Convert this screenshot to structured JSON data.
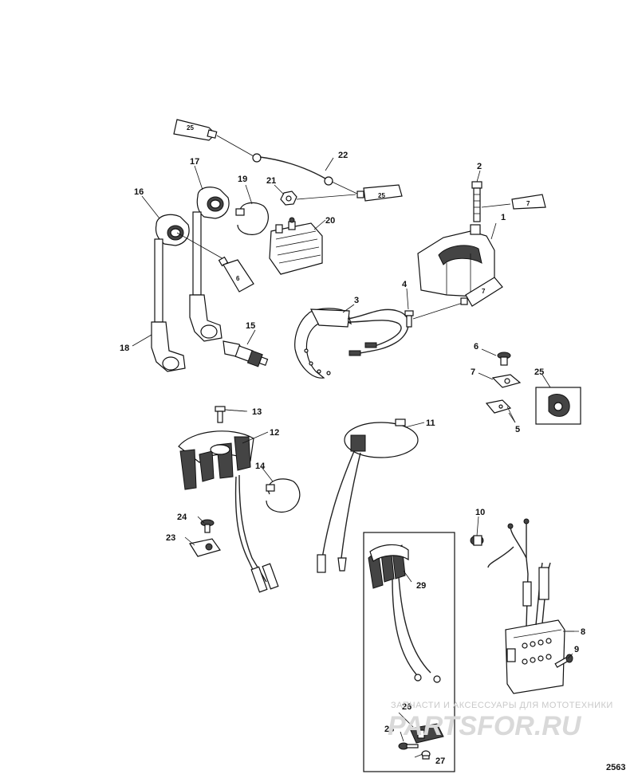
{
  "figure_number": "2563",
  "watermark": {
    "caption": "ЗАПЧАСТИ И АКСЕССУАРЫ ДЛЯ МОТОТЕХНИКИ",
    "logo_text": "PARTSFOR.RU"
  },
  "callouts": [
    "1",
    "2",
    "3",
    "4",
    "5",
    "6",
    "7",
    "8",
    "9",
    "10",
    "11",
    "12",
    "13",
    "14",
    "15",
    "16",
    "17",
    "18",
    "19",
    "20",
    "21",
    "22",
    "23",
    "24",
    "25",
    "26",
    "27",
    "28",
    "29"
  ],
  "tube_labels": {
    "tube_top": "25",
    "tube_mid": "25",
    "tube_left": "6",
    "tube_right_top": "7",
    "tube_right_mid": "7"
  }
}
